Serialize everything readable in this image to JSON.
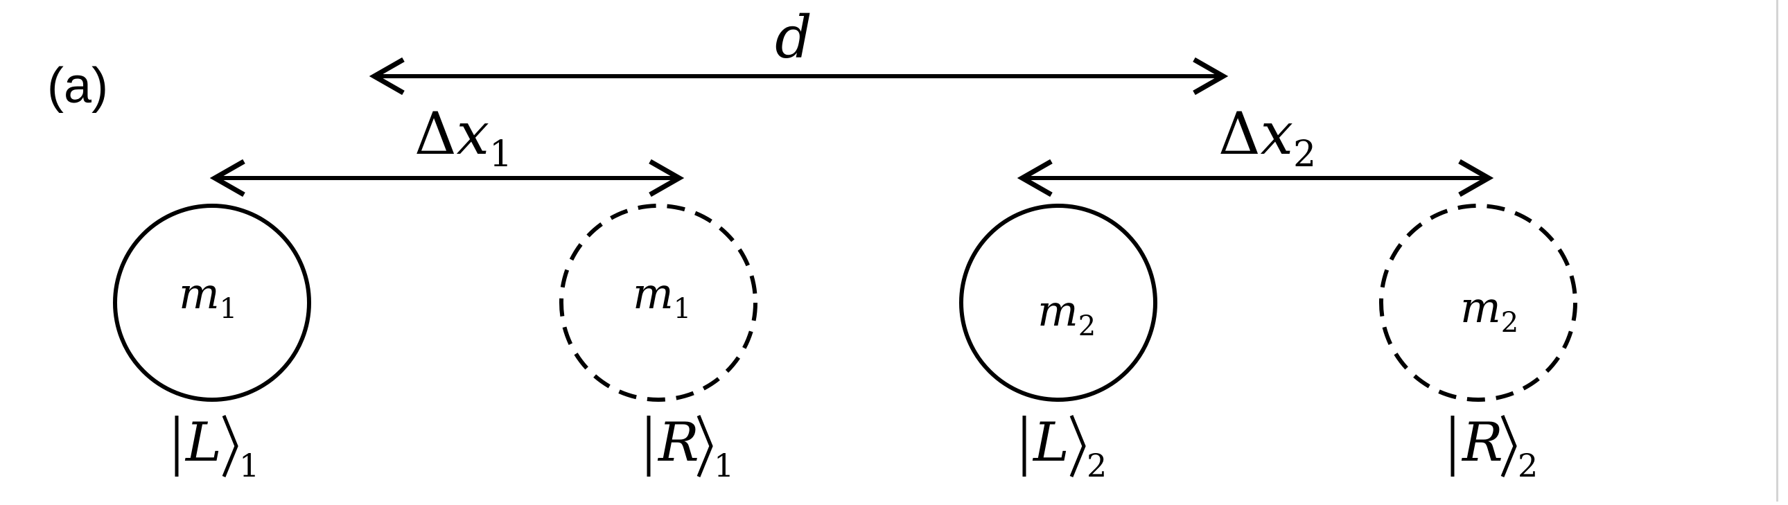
{
  "panel_label": "(a)",
  "separation_label": "d",
  "spread_labels": [
    {
      "symbol": "Δ",
      "var": "x",
      "sub": "1"
    },
    {
      "symbol": "Δ",
      "var": "x",
      "sub": "2"
    }
  ],
  "masses": [
    {
      "base": "m",
      "sub": "1",
      "style": "solid"
    },
    {
      "base": "m",
      "sub": "1",
      "style": "dashed"
    },
    {
      "base": "m",
      "sub": "2",
      "style": "solid"
    },
    {
      "base": "m",
      "sub": "2",
      "style": "dashed"
    }
  ],
  "kets": [
    {
      "label": "L",
      "sub": "1"
    },
    {
      "label": "R",
      "sub": "1"
    },
    {
      "label": "L",
      "sub": "2"
    },
    {
      "label": "R",
      "sub": "2"
    }
  ]
}
